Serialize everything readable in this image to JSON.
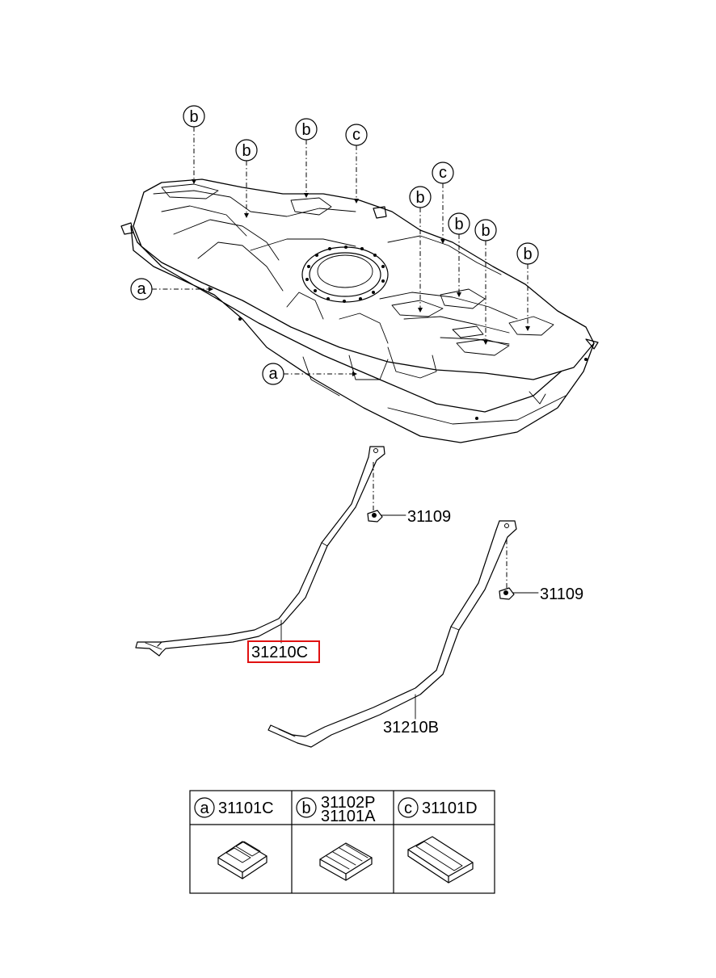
{
  "callouts": {
    "b": "b",
    "c": "c",
    "a": "a"
  },
  "parts": {
    "bolt_1": "31109",
    "bolt_2": "31109",
    "strap_front": "31210C",
    "strap_rear": "31210B"
  },
  "highlight_color": "#e01010",
  "legend": {
    "cells": [
      {
        "letter": "a",
        "numbers": [
          "31101C"
        ]
      },
      {
        "letter": "b",
        "numbers": [
          "31102P",
          "31101A"
        ]
      },
      {
        "letter": "c",
        "numbers": [
          "31101D"
        ]
      }
    ]
  }
}
